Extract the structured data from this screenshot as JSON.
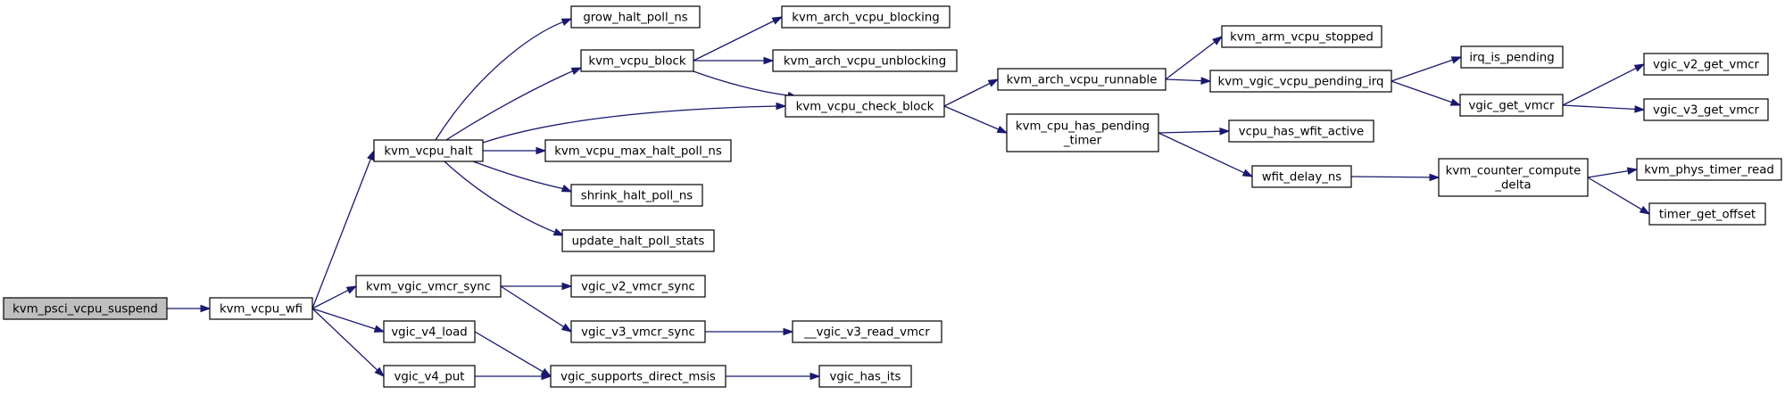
{
  "graph": {
    "edge_color": "#191970",
    "root_fill": "#bfbfbf",
    "nodes": {
      "kvm_psci_vcpu_suspend": "kvm_psci_vcpu_suspend",
      "kvm_vcpu_wfi": "kvm_vcpu_wfi",
      "kvm_vcpu_halt": "kvm_vcpu_halt",
      "kvm_vgic_vmcr_sync": "kvm_vgic_vmcr_sync",
      "vgic_v4_load": "vgic_v4_load",
      "vgic_v4_put": "vgic_v4_put",
      "grow_halt_poll_ns": "grow_halt_poll_ns",
      "kvm_vcpu_block": "kvm_vcpu_block",
      "kvm_vcpu_max_halt_poll_ns": "kvm_vcpu_max_halt_poll_ns",
      "shrink_halt_poll_ns": "shrink_halt_poll_ns",
      "update_halt_poll_stats": "update_halt_poll_stats",
      "vgic_v2_vmcr_sync": "vgic_v2_vmcr_sync",
      "vgic_v3_vmcr_sync": "vgic_v3_vmcr_sync",
      "vgic_supports_direct_msis": "vgic_supports_direct_msis",
      "kvm_arch_vcpu_blocking": "kvm_arch_vcpu_blocking",
      "kvm_arch_vcpu_unblocking": "kvm_arch_vcpu_unblocking",
      "kvm_vcpu_check_block": "kvm_vcpu_check_block",
      "__vgic_v3_read_vmcr": "__vgic_v3_read_vmcr",
      "vgic_has_its": "vgic_has_its",
      "kvm_arch_vcpu_runnable": "kvm_arch_vcpu_runnable",
      "kvm_cpu_has_pending_timer": [
        "kvm_cpu_has_pending",
        "_timer"
      ],
      "kvm_arm_vcpu_stopped": "kvm_arm_vcpu_stopped",
      "kvm_vgic_vcpu_pending_irq": "kvm_vgic_vcpu_pending_irq",
      "vcpu_has_wfit_active": "vcpu_has_wfit_active",
      "wfit_delay_ns": "wfit_delay_ns",
      "irq_is_pending": "irq_is_pending",
      "vgic_get_vmcr": "vgic_get_vmcr",
      "kvm_counter_compute_delta": [
        "kvm_counter_compute",
        "_delta"
      ],
      "vgic_v2_get_vmcr": "vgic_v2_get_vmcr",
      "vgic_v3_get_vmcr": "vgic_v3_get_vmcr",
      "kvm_phys_timer_read": "kvm_phys_timer_read",
      "timer_get_offset": "timer_get_offset"
    },
    "edges": [
      [
        "kvm_psci_vcpu_suspend",
        "kvm_vcpu_wfi"
      ],
      [
        "kvm_vcpu_wfi",
        "kvm_vcpu_halt"
      ],
      [
        "kvm_vcpu_wfi",
        "kvm_vgic_vmcr_sync"
      ],
      [
        "kvm_vcpu_wfi",
        "vgic_v4_load"
      ],
      [
        "kvm_vcpu_wfi",
        "vgic_v4_put"
      ],
      [
        "kvm_vcpu_halt",
        "grow_halt_poll_ns"
      ],
      [
        "kvm_vcpu_halt",
        "kvm_vcpu_block"
      ],
      [
        "kvm_vcpu_halt",
        "kvm_vcpu_check_block"
      ],
      [
        "kvm_vcpu_halt",
        "kvm_vcpu_max_halt_poll_ns"
      ],
      [
        "kvm_vcpu_halt",
        "shrink_halt_poll_ns"
      ],
      [
        "kvm_vcpu_halt",
        "update_halt_poll_stats"
      ],
      [
        "kvm_vcpu_block",
        "kvm_arch_vcpu_blocking"
      ],
      [
        "kvm_vcpu_block",
        "kvm_arch_vcpu_unblocking"
      ],
      [
        "kvm_vcpu_block",
        "kvm_vcpu_check_block"
      ],
      [
        "kvm_vgic_vmcr_sync",
        "vgic_v2_vmcr_sync"
      ],
      [
        "kvm_vgic_vmcr_sync",
        "vgic_v3_vmcr_sync"
      ],
      [
        "vgic_v3_vmcr_sync",
        "__vgic_v3_read_vmcr"
      ],
      [
        "vgic_v4_load",
        "vgic_supports_direct_msis"
      ],
      [
        "vgic_v4_put",
        "vgic_supports_direct_msis"
      ],
      [
        "vgic_supports_direct_msis",
        "vgic_has_its"
      ],
      [
        "kvm_vcpu_check_block",
        "kvm_arch_vcpu_runnable"
      ],
      [
        "kvm_vcpu_check_block",
        "kvm_cpu_has_pending_timer"
      ],
      [
        "kvm_arch_vcpu_runnable",
        "kvm_arm_vcpu_stopped"
      ],
      [
        "kvm_arch_vcpu_runnable",
        "kvm_vgic_vcpu_pending_irq"
      ],
      [
        "kvm_cpu_has_pending_timer",
        "vcpu_has_wfit_active"
      ],
      [
        "kvm_cpu_has_pending_timer",
        "wfit_delay_ns"
      ],
      [
        "kvm_vgic_vcpu_pending_irq",
        "irq_is_pending"
      ],
      [
        "kvm_vgic_vcpu_pending_irq",
        "vgic_get_vmcr"
      ],
      [
        "wfit_delay_ns",
        "kvm_counter_compute_delta"
      ],
      [
        "vgic_get_vmcr",
        "vgic_v2_get_vmcr"
      ],
      [
        "vgic_get_vmcr",
        "vgic_v3_get_vmcr"
      ],
      [
        "kvm_counter_compute_delta",
        "kvm_phys_timer_read"
      ],
      [
        "kvm_counter_compute_delta",
        "timer_get_offset"
      ]
    ]
  }
}
